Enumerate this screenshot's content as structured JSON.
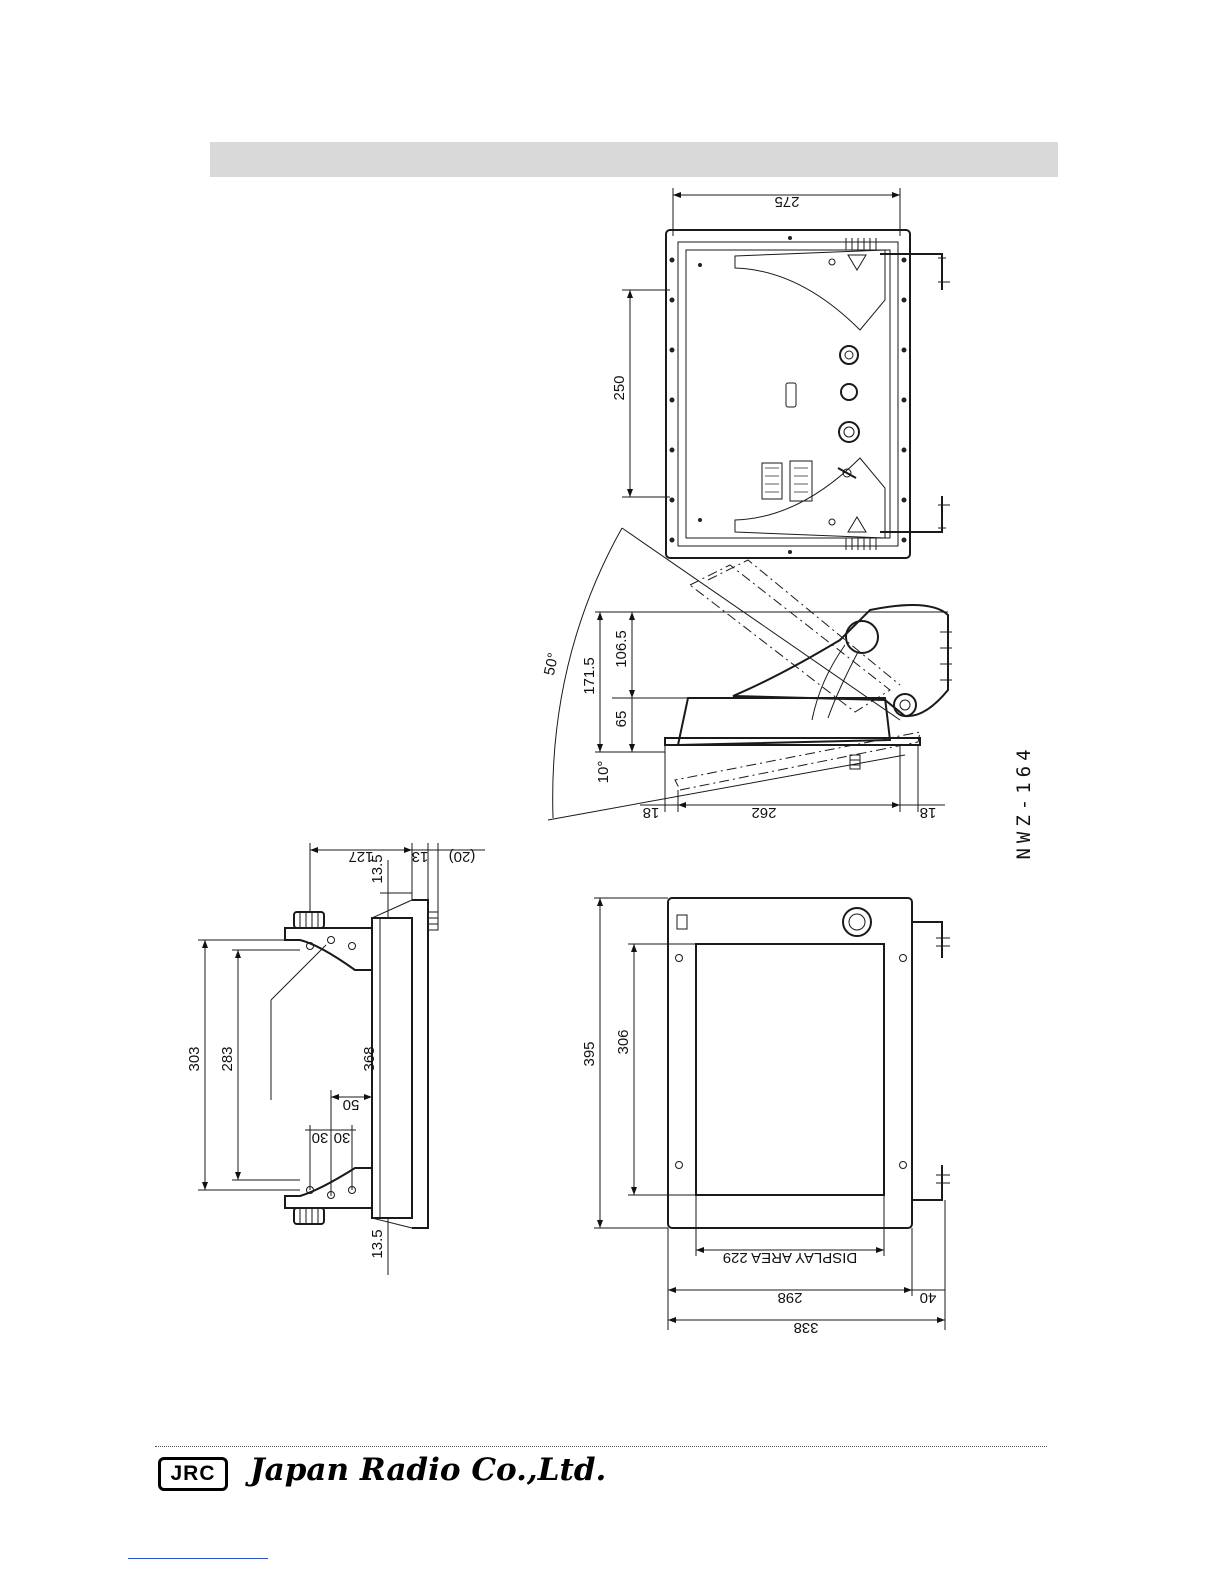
{
  "figure": {
    "model": "NWZ-164",
    "rear_view": {
      "width": "275",
      "height": "250"
    },
    "side_view": {
      "tilt_up": "50°",
      "tilt_down": "10°",
      "total_height": "171.5",
      "upper_height": "106.5",
      "lower_height": "65",
      "left_offset": "18",
      "depth": "262",
      "right_offset": "18"
    },
    "front_view": {
      "height": "395",
      "hole_spacing": "306",
      "display_area": "DISPLAY AREA 229",
      "width": "298",
      "knob_offset": "40",
      "overall_width": "338"
    },
    "bracket_view": {
      "depth": "127",
      "flange": "13",
      "clearance": "(20)",
      "top_margin": "13.5",
      "bottom_margin": "13.5",
      "outer_spacing": "303",
      "inner_spacing": "283",
      "length": "368",
      "offset": "50",
      "spacing_left": "30",
      "spacing_right": "30"
    }
  },
  "footer": {
    "logo_text": "JRC",
    "company": "Japan Radio Co.,Ltd."
  }
}
